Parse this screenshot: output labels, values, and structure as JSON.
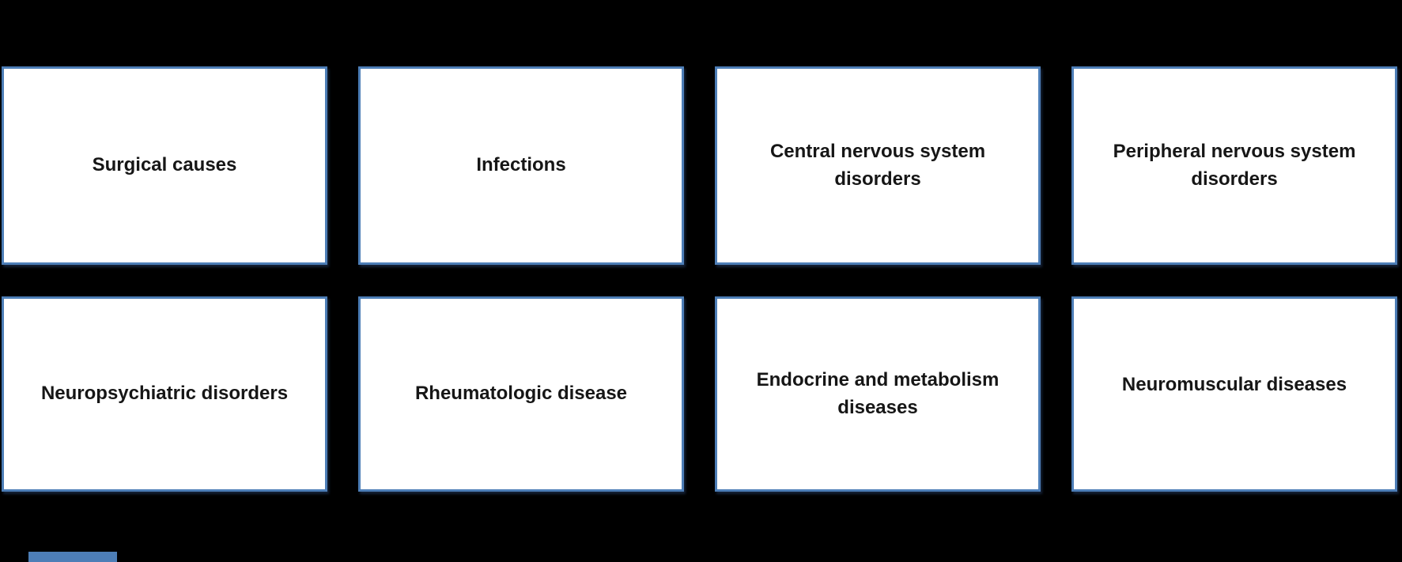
{
  "slide": {
    "background_color": "#000000",
    "box_fill_color": "#ffffff",
    "box_border_color": "#4d7eb7",
    "text_color": "#161616"
  },
  "boxes": [
    {
      "label": "Surgical causes"
    },
    {
      "label": "Infections"
    },
    {
      "label": "Central nervous system disorders"
    },
    {
      "label": "Peripheral nervous system disorders"
    },
    {
      "label": "Neuropsychiatric disorders"
    },
    {
      "label": "Rheumatologic disease"
    },
    {
      "label": "Endocrine and metabolism diseases"
    },
    {
      "label": "Neuromuscular diseases"
    }
  ]
}
